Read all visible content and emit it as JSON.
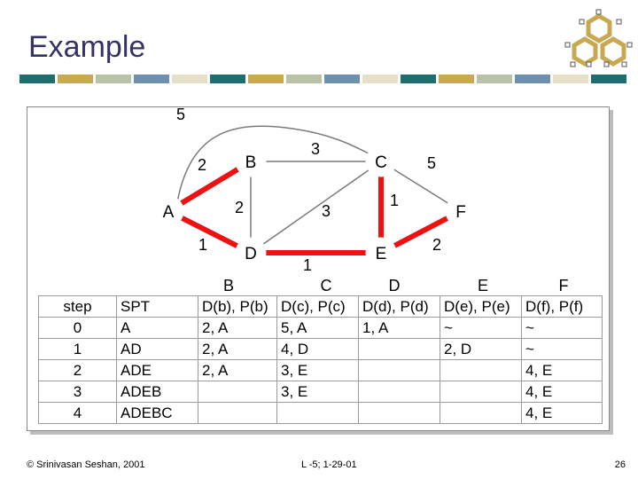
{
  "slide": {
    "title": "Example",
    "footer_left": "© Srinivasan Seshan, 2001",
    "footer_center": "L -5; 1-29-01",
    "page_number": "26",
    "colors": [
      "#1f6e6e",
      "#c8a850",
      "#b8c2a6",
      "#6e8fae",
      "#e6e0c9",
      "#1f6e6e",
      "#c8a850",
      "#b8c2a6",
      "#6e8fae",
      "#e6e0c9",
      "#1f6e6e",
      "#c8a850",
      "#b8c2a6",
      "#6e8fae",
      "#e6e0c9",
      "#1f6e6e"
    ]
  },
  "graph": {
    "nodes": [
      {
        "id": "A",
        "label": "A"
      },
      {
        "id": "B",
        "label": "B"
      },
      {
        "id": "C",
        "label": "C"
      },
      {
        "id": "D",
        "label": "D"
      },
      {
        "id": "E",
        "label": "E"
      },
      {
        "id": "F",
        "label": "F"
      }
    ],
    "edges": [
      {
        "from": "A",
        "to": "B",
        "weight": "2",
        "highlight": true
      },
      {
        "from": "A",
        "to": "D",
        "weight": "1",
        "highlight": true
      },
      {
        "from": "A",
        "to": "C",
        "weight": "5",
        "highlight": false
      },
      {
        "from": "B",
        "to": "C",
        "weight": "3",
        "highlight": false
      },
      {
        "from": "B",
        "to": "D",
        "weight": "2",
        "highlight": false
      },
      {
        "from": "D",
        "to": "C",
        "weight": "3",
        "highlight": false
      },
      {
        "from": "D",
        "to": "E",
        "weight": "1",
        "highlight": true
      },
      {
        "from": "C",
        "to": "E",
        "weight": "1",
        "highlight": true
      },
      {
        "from": "C",
        "to": "F",
        "weight": "5",
        "highlight": false
      },
      {
        "from": "E",
        "to": "F",
        "weight": "2",
        "highlight": true
      }
    ]
  },
  "table": {
    "header_top": [
      "B",
      "C",
      "D",
      "E",
      "F"
    ],
    "header": [
      "step",
      "SPT",
      "D(b), P(b)",
      "D(c), P(c)",
      "D(d), P(d)",
      "D(e), P(e)",
      "D(f), P(f)"
    ],
    "rows": [
      [
        "0",
        "A",
        "2, A",
        "5, A",
        "1, A",
        "~",
        "~"
      ],
      [
        "1",
        "AD",
        "2, A",
        "4, D",
        "",
        "2, D",
        "~"
      ],
      [
        "2",
        "ADE",
        "2, A",
        "3, E",
        "",
        "",
        "4, E"
      ],
      [
        "3",
        "ADEB",
        "",
        "3, E",
        "",
        "",
        "4, E"
      ],
      [
        "4",
        "ADEBC",
        "",
        "",
        "",
        "",
        "4, E"
      ]
    ]
  }
}
